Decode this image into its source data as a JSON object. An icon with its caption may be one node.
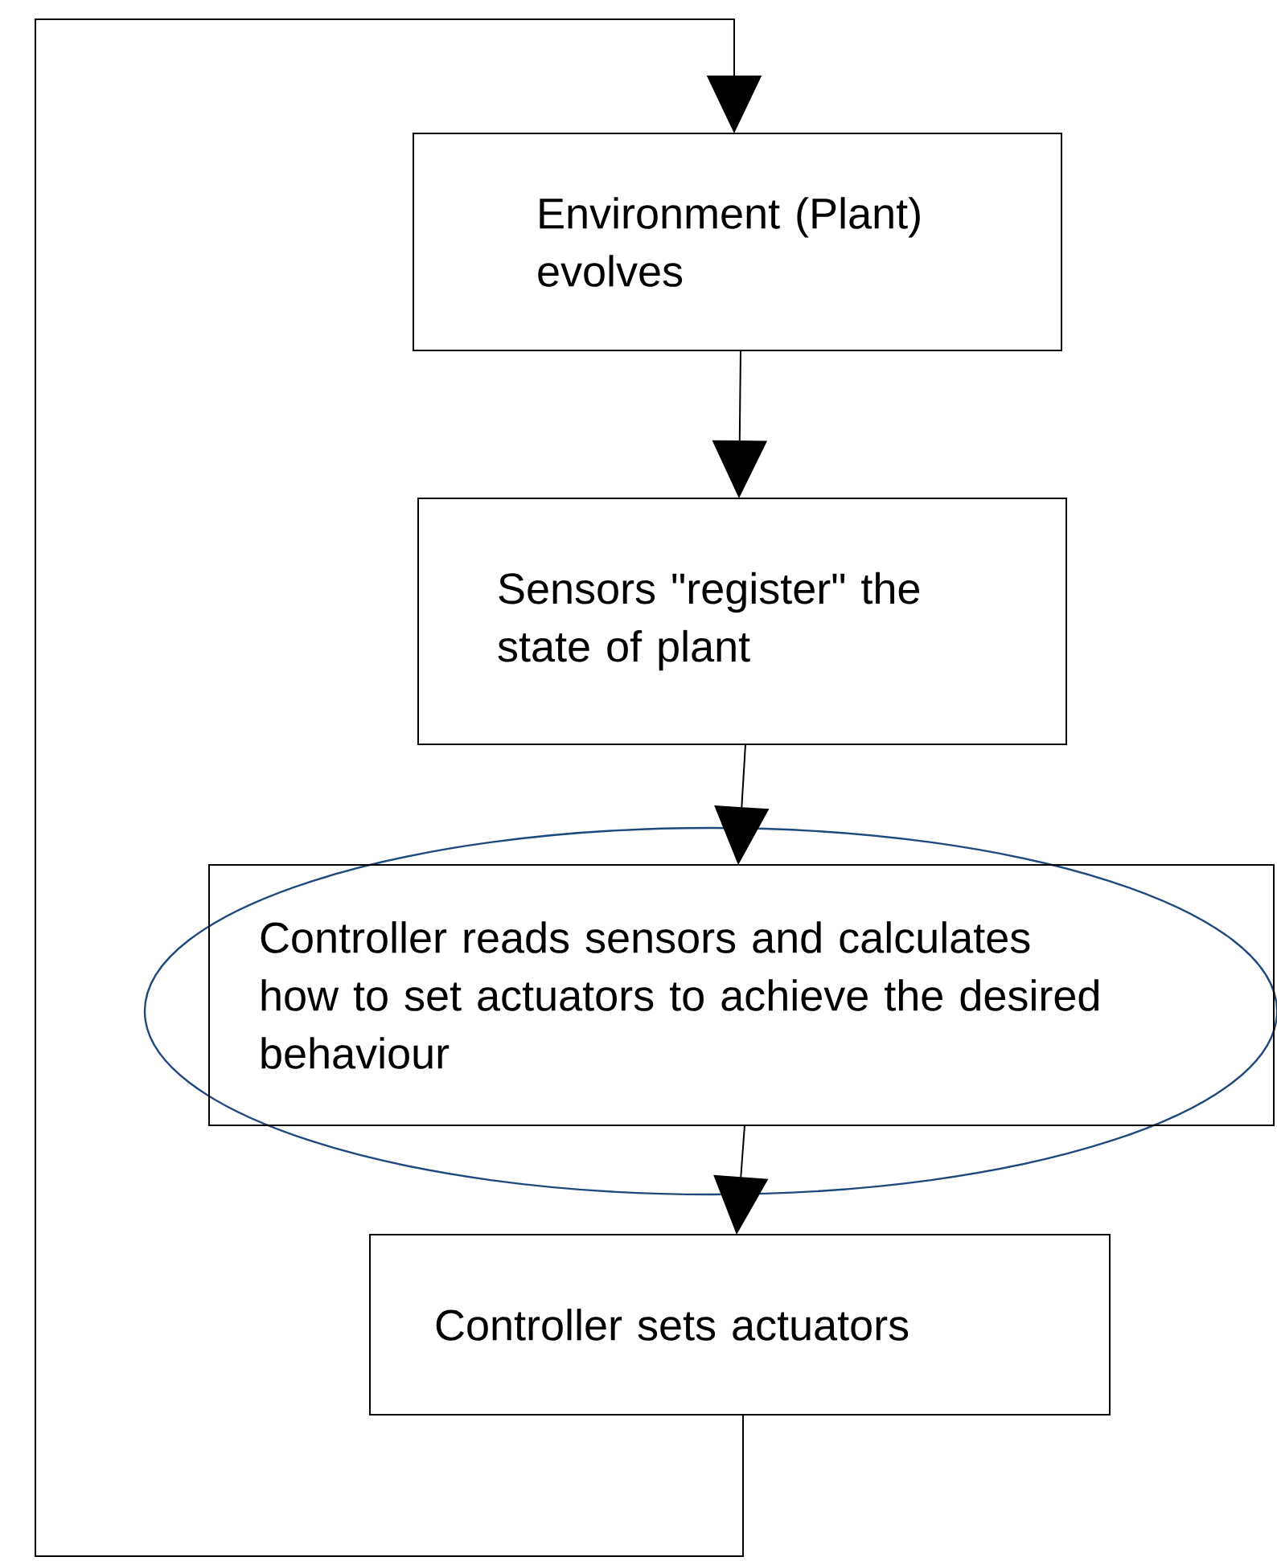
{
  "diagram": {
    "nodes": [
      {
        "text": [
          "Environment (Plant) evolves"
        ]
      },
      {
        "text": [
          "Sensors \"register\" the state of plant"
        ]
      },
      {
        "text": [
          "Controller reads sensors and calculates how to set actuators to achieve the desired behaviour"
        ]
      },
      {
        "text": [
          "Controller sets actuators"
        ]
      }
    ],
    "edges": [
      {
        "from": 0,
        "to": 1,
        "arrow": "to"
      },
      {
        "from": 1,
        "to": 2,
        "arrow": "to"
      },
      {
        "from": 2,
        "to": 3,
        "arrow": "to"
      },
      {
        "from": 3,
        "to": 0,
        "arrow": "to"
      }
    ]
  }
}
